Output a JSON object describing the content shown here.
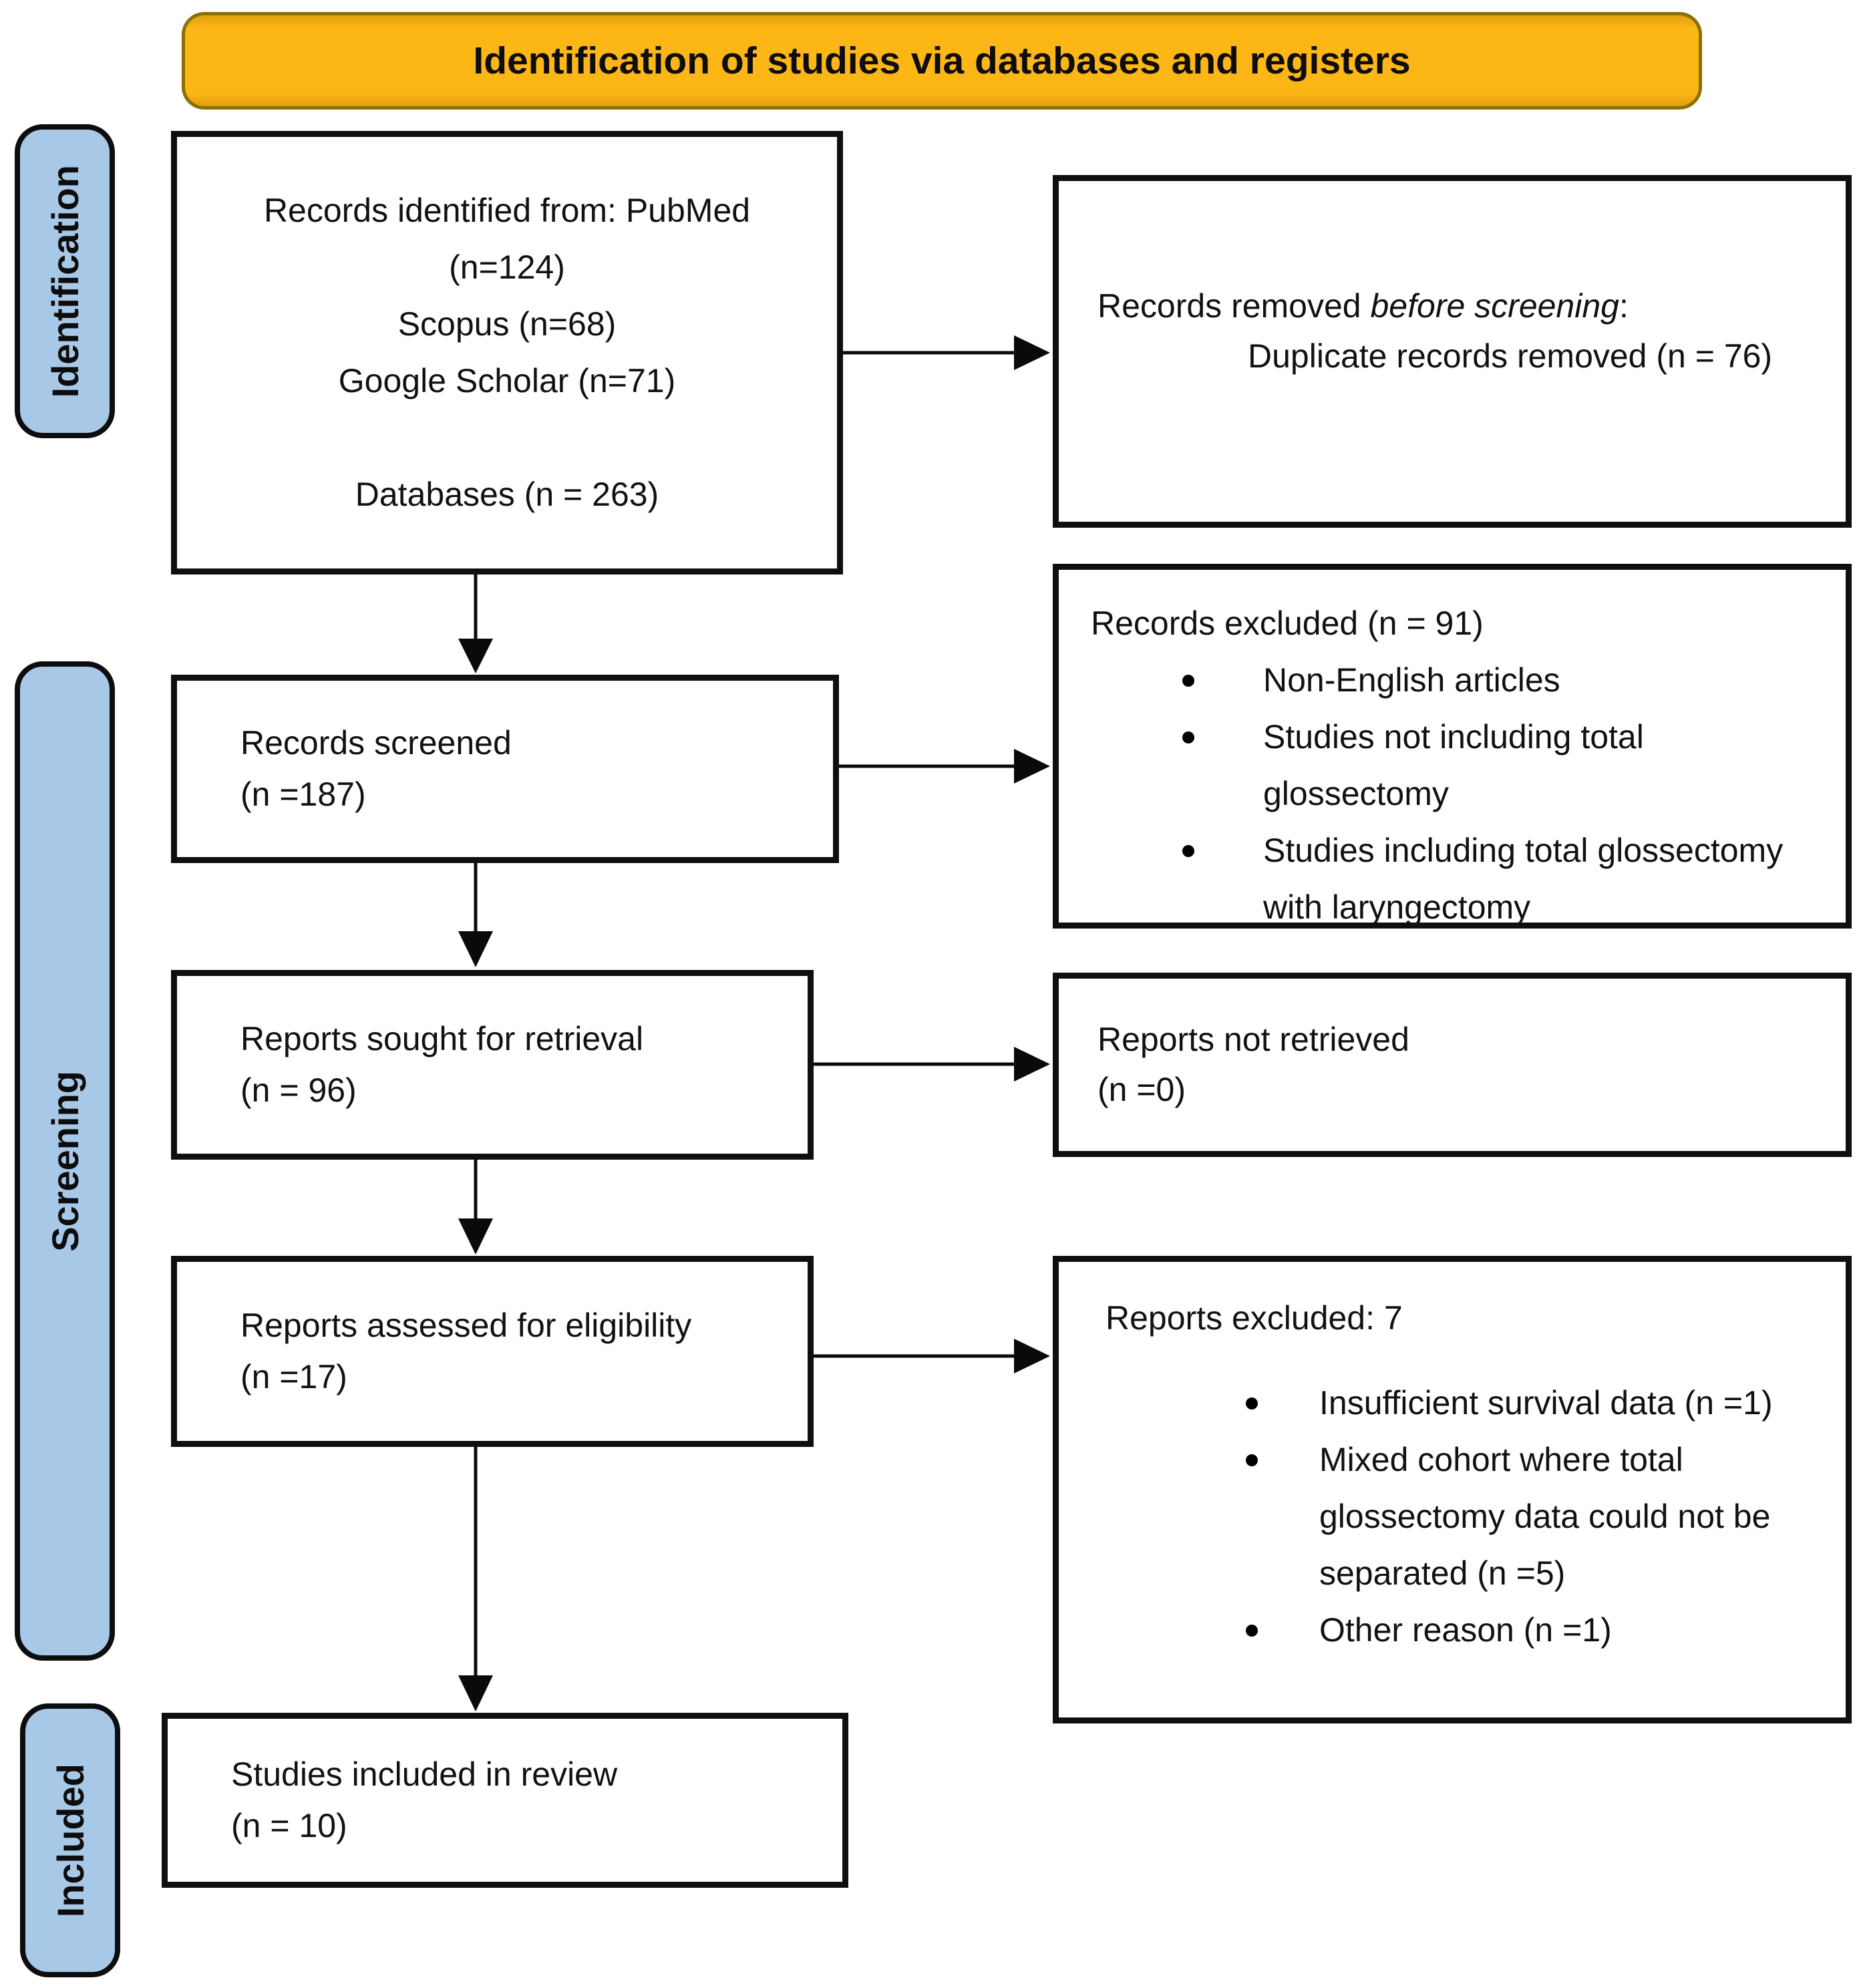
{
  "header": {
    "title": "Identification of studies via databases and registers"
  },
  "sidebar": {
    "identification_label": "Identification",
    "screening_label": "Screening",
    "included_label": "Included"
  },
  "flow": {
    "records_identified": {
      "line1": "Records identified from: PubMed",
      "line2": "(n=124)",
      "line3": "Scopus (n=68)",
      "line4": "Google Scholar (n=71)",
      "line5": "Databases (n = 263)"
    },
    "records_removed": {
      "prefix": "Records removed ",
      "italic": "before screening",
      "suffix": ":",
      "line2": "Duplicate records removed (n = 76)"
    },
    "records_screened": {
      "line1": "Records screened",
      "line2": "(n =187)"
    },
    "records_excluded": {
      "title": "Records excluded (n = 91)",
      "bullets": [
        "Non-English articles",
        "Studies not including total glossectomy",
        "Studies including total glossectomy with laryngectomy"
      ]
    },
    "reports_sought": {
      "line1": "Reports sought for retrieval",
      "line2": "(n = 96)"
    },
    "reports_not_retrieved": {
      "line1": "Reports not retrieved",
      "line2": "(n =0)"
    },
    "reports_assessed": {
      "line1": "Reports assessed for eligibility",
      "line2": "(n =17)"
    },
    "reports_excluded": {
      "title": "Reports excluded: 7",
      "bullets": [
        "Insufficient survival data (n =1)",
        "Mixed cohort where total glossectomy data could not be separated (n =5)",
        "Other reason (n =1)"
      ]
    },
    "studies_included": {
      "line1": "Studies included in review",
      "line2": "(n = 10)"
    }
  },
  "colors": {
    "banner_fill": "#FCB616",
    "banner_border": "#8A6F04",
    "stage_fill": "#A8C8E8",
    "stage_border": "#0D0D0D",
    "box_border": "#0F0F0F",
    "text": "#111111"
  }
}
